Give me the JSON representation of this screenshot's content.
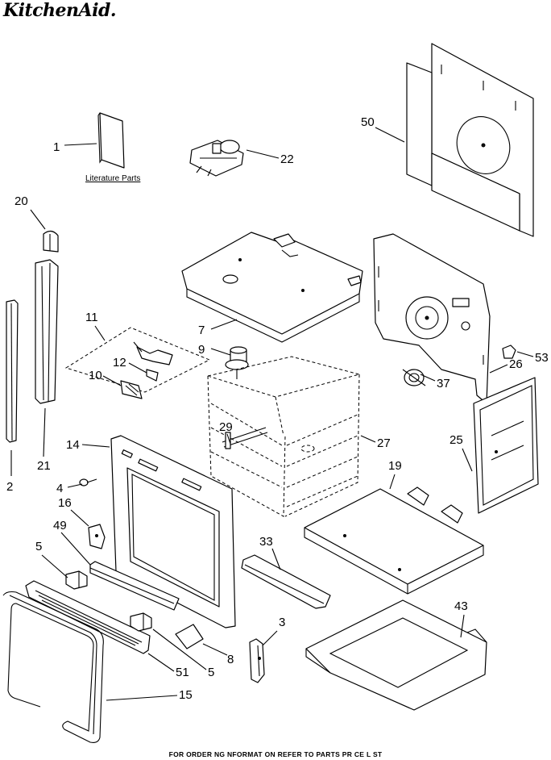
{
  "header": {
    "brand": "KitchenAid."
  },
  "caption": {
    "literature": "Literature Parts"
  },
  "callouts": [
    {
      "key": "c1",
      "label": "1"
    },
    {
      "key": "c2",
      "label": "2"
    },
    {
      "key": "c3",
      "label": "3"
    },
    {
      "key": "c4",
      "label": "4"
    },
    {
      "key": "c5a",
      "label": "5"
    },
    {
      "key": "c5b",
      "label": "5"
    },
    {
      "key": "c7",
      "label": "7"
    },
    {
      "key": "c8",
      "label": "8"
    },
    {
      "key": "c9",
      "label": "9"
    },
    {
      "key": "c10",
      "label": "10"
    },
    {
      "key": "c11",
      "label": "11"
    },
    {
      "key": "c12",
      "label": "12"
    },
    {
      "key": "c14",
      "label": "14"
    },
    {
      "key": "c15",
      "label": "15"
    },
    {
      "key": "c16",
      "label": "16"
    },
    {
      "key": "c19",
      "label": "19"
    },
    {
      "key": "c20",
      "label": "20"
    },
    {
      "key": "c21",
      "label": "21"
    },
    {
      "key": "c22",
      "label": "22"
    },
    {
      "key": "c25",
      "label": "25"
    },
    {
      "key": "c26",
      "label": "26"
    },
    {
      "key": "c27",
      "label": "27"
    },
    {
      "key": "c29",
      "label": "29"
    },
    {
      "key": "c33",
      "label": "33"
    },
    {
      "key": "c37",
      "label": "37"
    },
    {
      "key": "c43",
      "label": "43"
    },
    {
      "key": "c49",
      "label": "49"
    },
    {
      "key": "c50",
      "label": "50"
    },
    {
      "key": "c51",
      "label": "51"
    },
    {
      "key": "c53",
      "label": "53"
    }
  ],
  "footer": {
    "text": "FOR ORDER NG NFORMAT ON REFER TO PARTS PR CE L ST"
  }
}
